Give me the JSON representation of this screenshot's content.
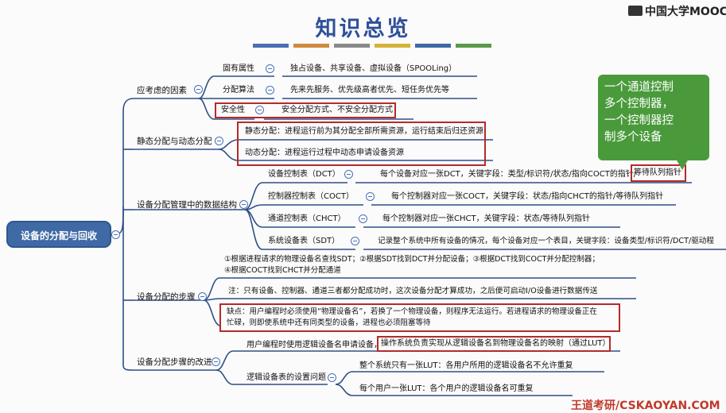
{
  "title": "知识总览",
  "logo_text": "中国大学MOOC",
  "stripe_colors": [
    "#4a6fb5",
    "#d08a3c",
    "#8a8a8a",
    "#d6b43a",
    "#3f6aa6",
    "#5a9a4a"
  ],
  "root": "设备的分配与回收",
  "cat1": {
    "label": "应考虑的因素",
    "items": [
      {
        "name": "固有属性",
        "desc": "独占设备、共享设备、虚拟设备（SPOOLing）"
      },
      {
        "name": "分配算法",
        "desc": "先来先服务、优先级高者优先、短任务优先等"
      },
      {
        "name": "安全性",
        "desc": "安全分配方式、不安全分配方式"
      }
    ]
  },
  "cat2": {
    "label": "静态分配与动态分配",
    "items": [
      "静态分配：进程运行前为其分配全部所需资源，运行结束后归还资源",
      "动态分配：进程运行过程中动态申请设备资源"
    ]
  },
  "cat3": {
    "label": "设备分配管理中的数据结构",
    "items": [
      {
        "name": "设备控制表（DCT）",
        "desc": "每个设备对应一张DCT，关键字段：类型/标识符/状态/指向COCT的指针/",
        "extra": "等待队列指针"
      },
      {
        "name": "控制器控制表（COCT）",
        "desc": "每个控制器对应一张COCT，关键字段：状态/指向CHCT的指针/等待队列指针"
      },
      {
        "name": "通道控制表（CHCT）",
        "desc": "每个控制器对应一张CHCT，关键字段：状态/等待队列指针"
      },
      {
        "name": "系统设备表（SDT）",
        "desc": "记录整个系统中所有设备的情况，每个设备对应一个表目，关键字段：设备类型/标识符/DCT/驱动程"
      }
    ]
  },
  "cat4": {
    "label": "设备分配的步骤",
    "steps_line1": "①根据进程请求的物理设备名查找SDT；②根据SDT找到DCT并分配设备；③根据DCT找到COCT并分配控制器；",
    "steps_line2": "④根据COCT找到CHCT并分配通道",
    "note": "注：只有设备、控制器、通道三者都分配成功时，这次设备分配才算成功，之后便可启动I/O设备进行数据传送",
    "drawback_line1": "缺点：用户编程时必须使用“物理设备名”，若换了一个物理设备，则程序无法运行。若进程请求的物理设备正在",
    "drawback_line2": "忙碌，则即使系统中还有同类型的设备，进程也必须阻塞等待"
  },
  "cat5": {
    "label": "设备分配步骤的改进",
    "line_a": "用户编程时使用逻辑设备名申请设备，",
    "line_b": "操作系统负责实现从逻辑设备名到物理设备名的映射（通过LUT）",
    "sub_label": "逻辑设备表的设置问题",
    "sub_items": [
      "整个系统只有一张LUT：各用户所用的逻辑设备名不允许重复",
      "每个用户一张LUT：各个用户的逻辑设备名可重复"
    ]
  },
  "bubble_lines": [
    "一个通道控制",
    "多个控制器，",
    "一个控制器控",
    "制多个设备"
  ],
  "watermark": "王道考研/CSKAOYAN.COM"
}
